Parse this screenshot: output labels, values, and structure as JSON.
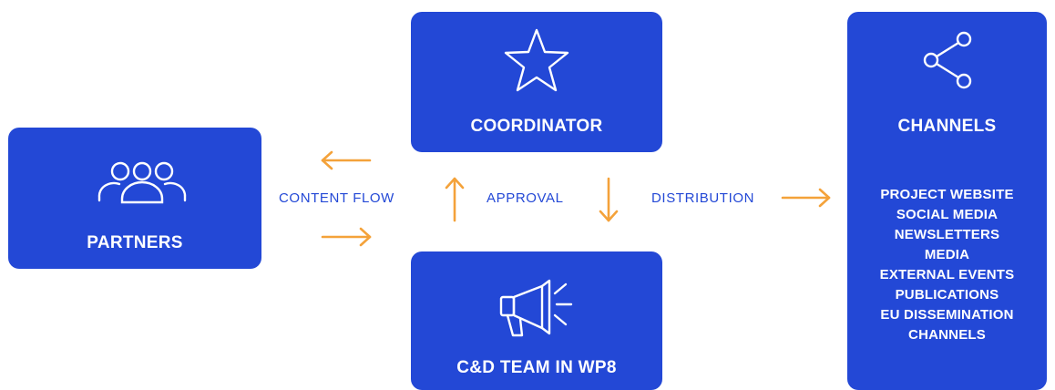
{
  "colors": {
    "box_fill": "#2348d6",
    "arrow": "#f4a23a",
    "label_text": "#2348d6",
    "title_text": "#ffffff"
  },
  "partners": {
    "title": "PARTNERS",
    "icon": "users-icon"
  },
  "coordinator": {
    "title": "COORDINATOR",
    "icon": "star-icon"
  },
  "team": {
    "title": "C&D TEAM IN WP8",
    "icon": "megaphone-icon"
  },
  "channels": {
    "title": "CHANNELS",
    "icon": "share-icon",
    "items": [
      "PROJECT WEBSITE",
      "SOCIAL MEDIA",
      "NEWSLETTERS",
      "MEDIA",
      "EXTERNAL EVENTS",
      "PUBLICATIONS",
      "EU DISSEMINATION",
      "CHANNELS"
    ]
  },
  "flows": {
    "content_flow": "CONTENT FLOW",
    "approval": "APPROVAL",
    "distribution": "DISTRIBUTION"
  }
}
